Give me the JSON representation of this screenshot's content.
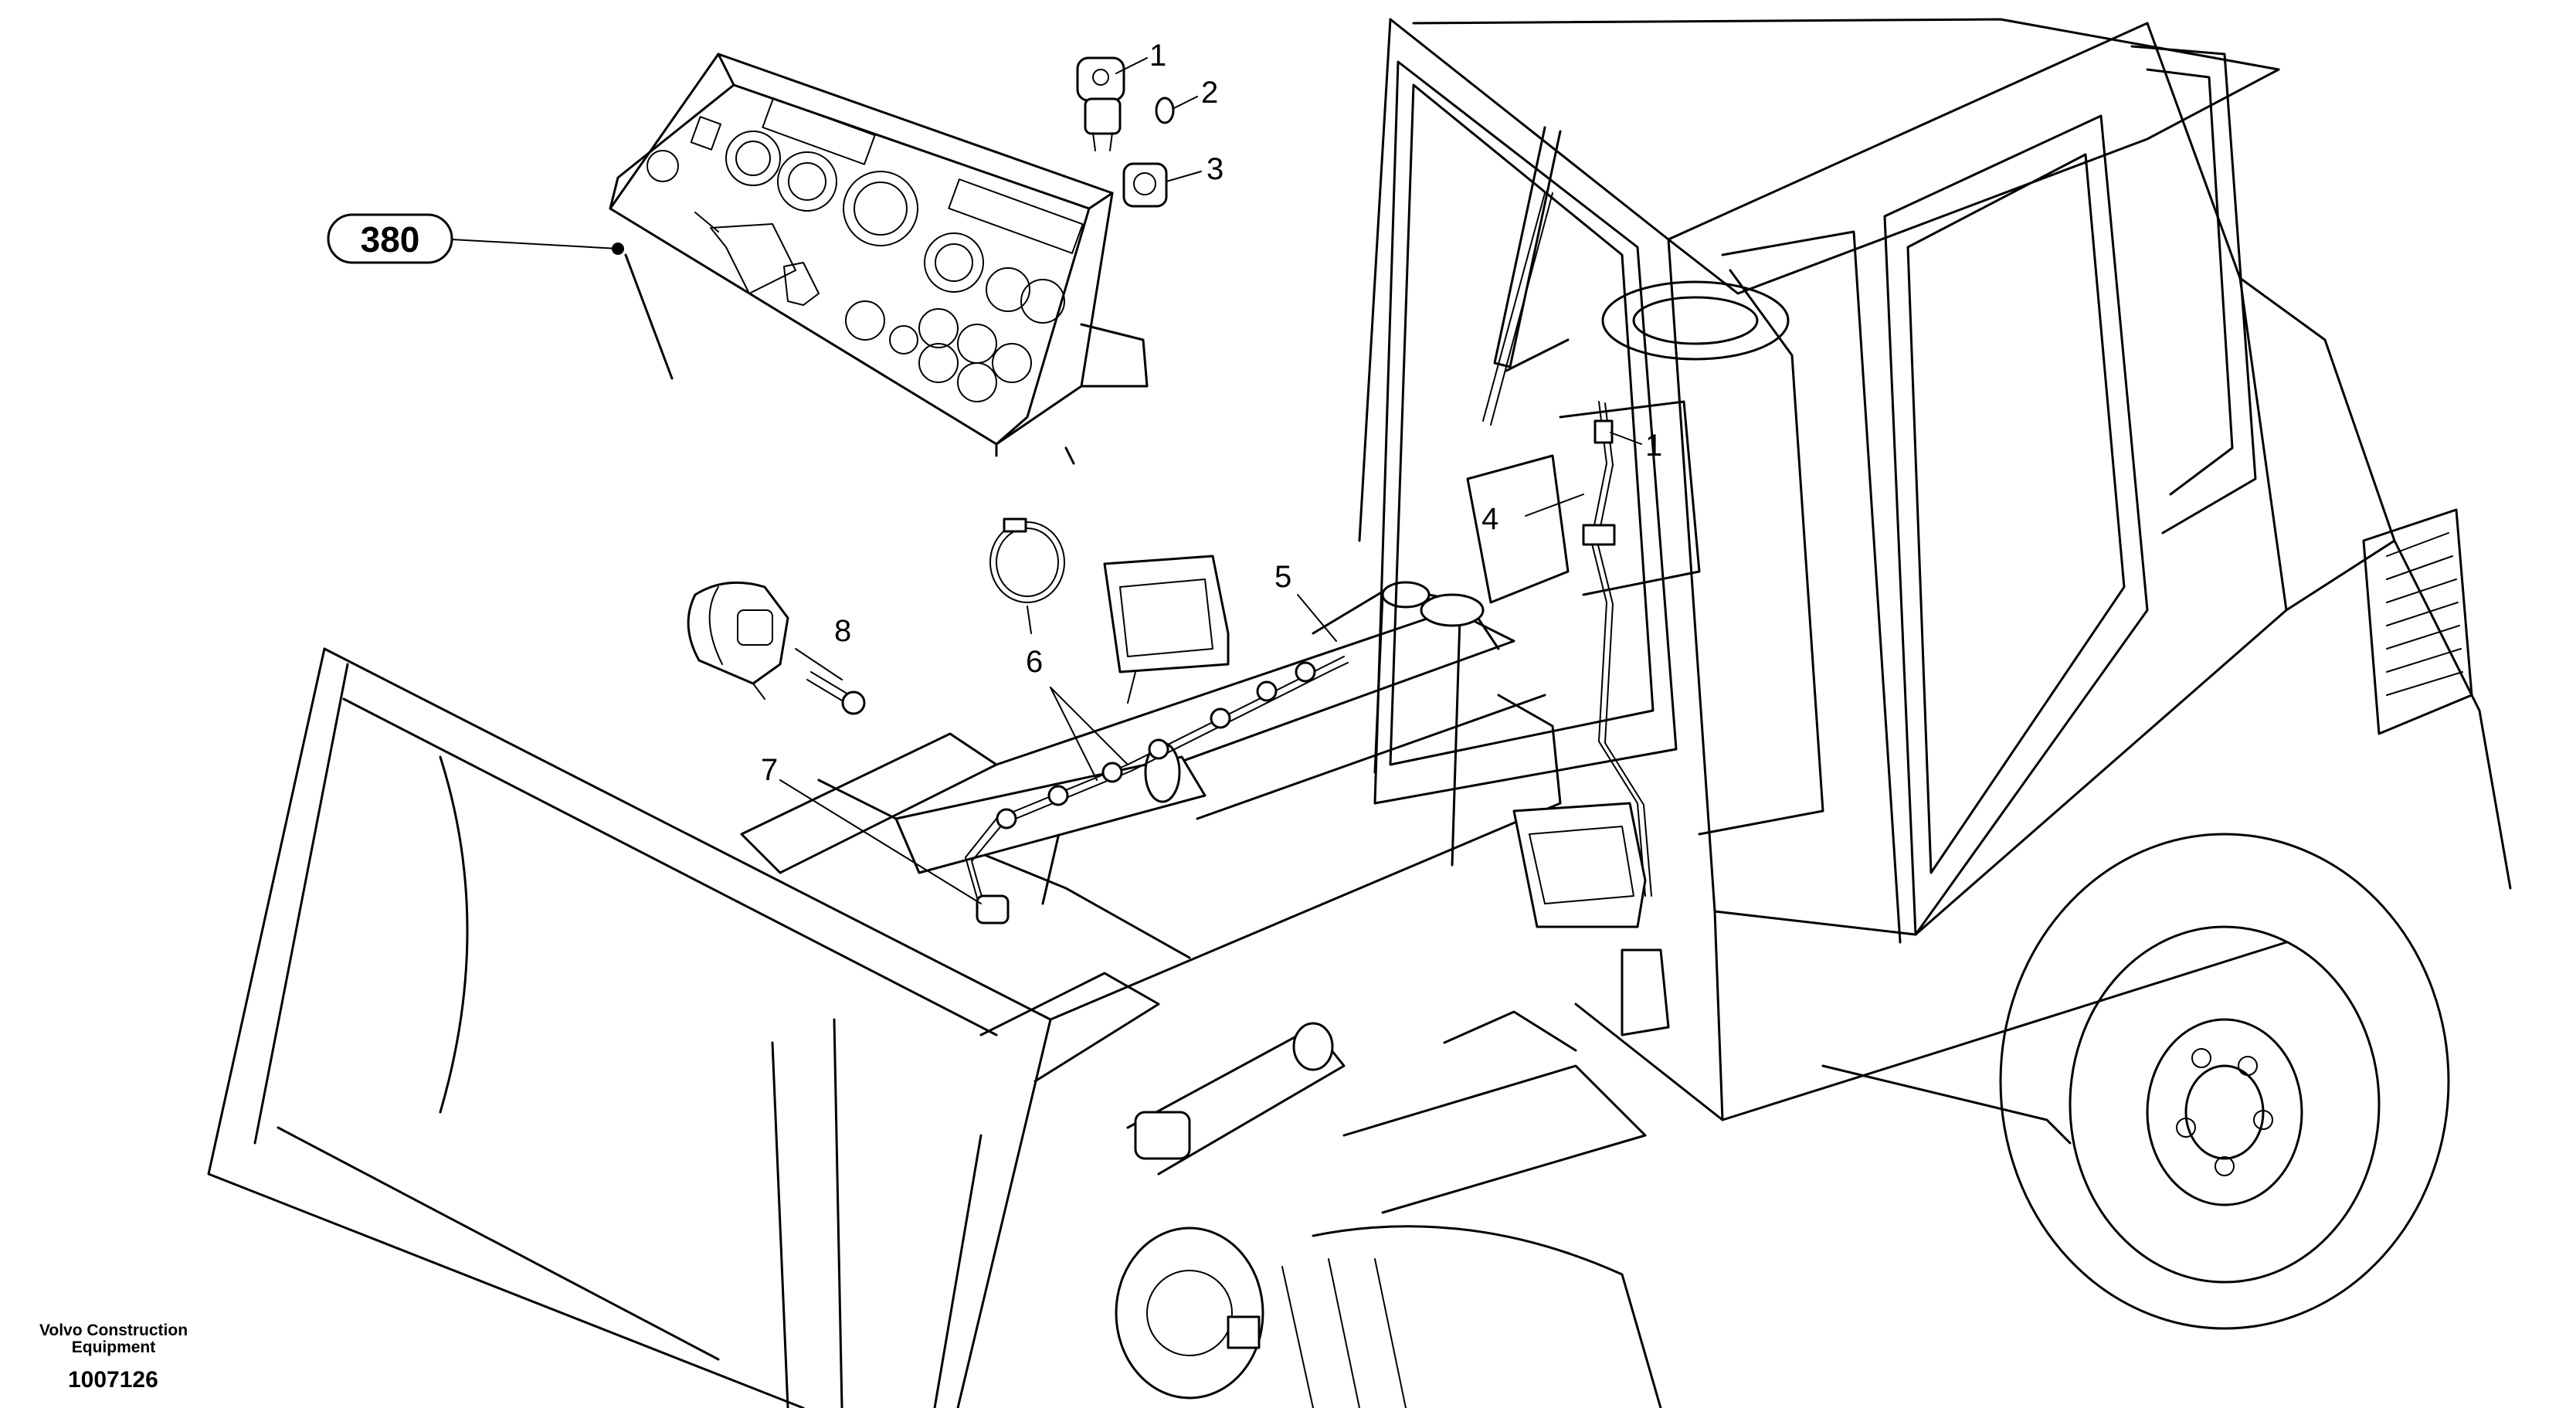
{
  "reference_badge": {
    "label": "380"
  },
  "callouts": [
    {
      "id": "c1a",
      "label": "1"
    },
    {
      "id": "c2",
      "label": "2"
    },
    {
      "id": "c3",
      "label": "3"
    },
    {
      "id": "c1b",
      "label": "1"
    },
    {
      "id": "c4",
      "label": "4"
    },
    {
      "id": "c5",
      "label": "5"
    },
    {
      "id": "c6",
      "label": "6"
    },
    {
      "id": "c7",
      "label": "7"
    },
    {
      "id": "c8",
      "label": "8"
    }
  ],
  "footer": {
    "brand_line1": "Volvo Construction",
    "brand_line2": "Equipment",
    "doc_number": "1007126"
  }
}
